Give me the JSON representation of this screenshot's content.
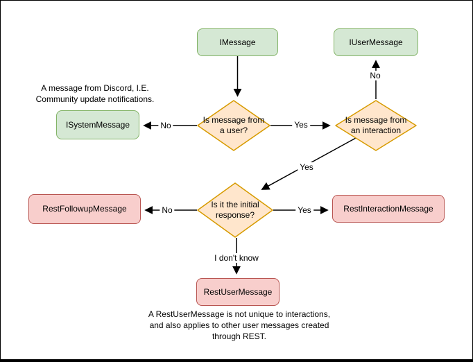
{
  "colors": {
    "interface_fill": "#d5e8d4",
    "interface_stroke": "#82b366",
    "decision_fill": "#ffe6cc",
    "decision_stroke": "#d79b00",
    "class_fill": "#f8cecc",
    "class_stroke": "#b85450",
    "edge": "#000000",
    "background": "#ffffff"
  },
  "nodes": {
    "imessage": {
      "label": "IMessage"
    },
    "iusermessage": {
      "label": "IUserMessage"
    },
    "isystemmessage": {
      "label": "ISystemMessage"
    },
    "restfollowupmessage": {
      "label": "RestFollowupMessage"
    },
    "restinteractionmessage": {
      "label": "RestInteractionMessage"
    },
    "restusermessage": {
      "label": "RestUserMessage"
    }
  },
  "decisions": {
    "from_user": {
      "label": "Is message from\na user?"
    },
    "from_interaction": {
      "label": "Is message from\nan interaction"
    },
    "initial_response": {
      "label": "Is it the initial\nresponse?"
    }
  },
  "edge_labels": {
    "user_no": "No",
    "user_yes": "Yes",
    "interaction_no": "No",
    "interaction_yes": "Yes",
    "initial_no": "No",
    "initial_yes": "Yes",
    "initial_unknown": "I don't know"
  },
  "annotations": {
    "system_note": "A message from Discord, I.E.\nCommunity update notifications.",
    "restuser_note": "A RestUserMessage is not unique to interactions,\nand also applies to other user messages created\nthrough REST."
  }
}
